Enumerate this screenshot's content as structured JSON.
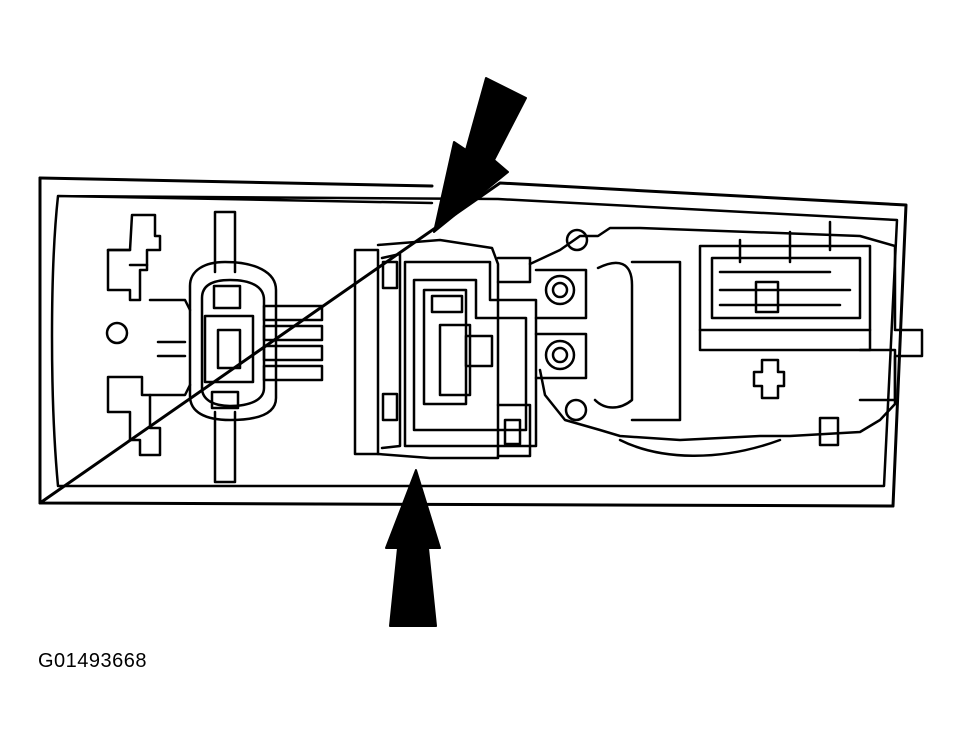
{
  "figure": {
    "reference_code": "G01493668"
  },
  "style": {
    "line_color": "#000000",
    "background": "#ffffff"
  },
  "callouts": [
    {
      "name": "upper-arrow",
      "direction": "down-left"
    },
    {
      "name": "lower-arrow",
      "direction": "up"
    }
  ]
}
